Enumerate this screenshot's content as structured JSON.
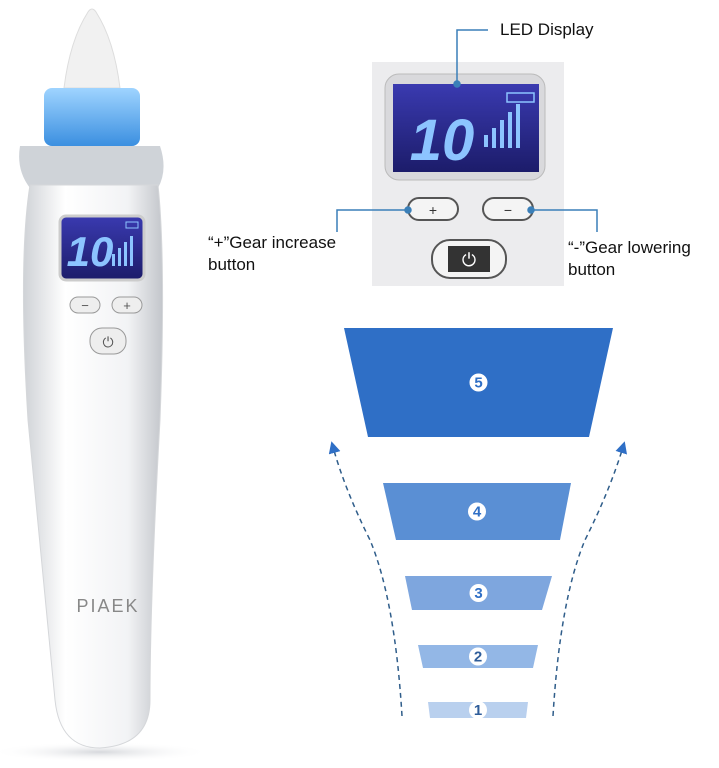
{
  "device": {
    "brand": "PIAEK",
    "display_reading": "10"
  },
  "labels": {
    "led_display": "LED Display",
    "plus_button": [
      "“+”Gear increase",
      "button"
    ],
    "minus_button": [
      "“-”Gear lowering",
      "button"
    ]
  },
  "gear_levels": [
    {
      "label": "1",
      "color": "#b9d0ee"
    },
    {
      "label": "2",
      "color": "#93b7e6"
    },
    {
      "label": "3",
      "color": "#7ea6de"
    },
    {
      "label": "4",
      "color": "#5a8fd4"
    },
    {
      "label": "5",
      "color": "#2f6fc6"
    }
  ],
  "colors": {
    "accent": "#2f6fc6",
    "lcd": "#2a2a8a",
    "leader": "#3a7fb8"
  }
}
